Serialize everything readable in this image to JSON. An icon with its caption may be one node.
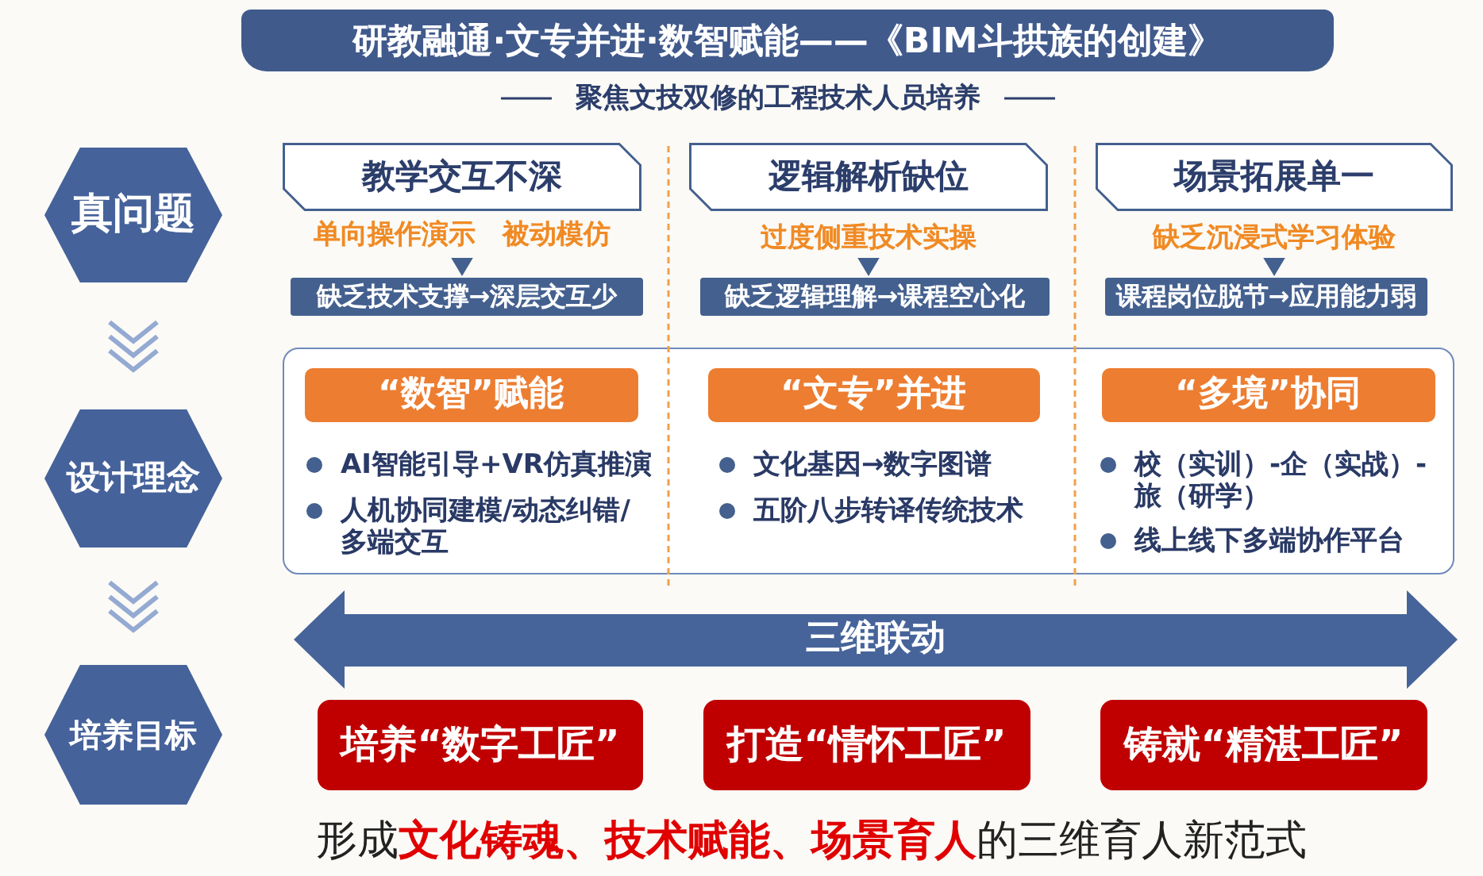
{
  "diagram": {
    "title": "研教融通·文专并进·数智赋能——《BIM斗拱族的创建》",
    "caption": "形成**文化铸魂、技术赋能、场景育人**的三维育人新范式",
    "nodes": [
      {
        "text": [
          "真问题"
        ]
      },
      {
        "text": [
          "设计理念"
        ]
      },
      {
        "text": [
          "培养目标"
        ]
      },
      {
        "text": [
          "教学交互不深"
        ]
      },
      {
        "text": [
          "单向操作演示",
          "被动模仿"
        ]
      },
      {
        "text": [
          "缺乏技术支撑→深层交互少"
        ]
      },
      {
        "text": [
          "逻辑解析缺位"
        ]
      },
      {
        "text": [
          "过度侧重技术实操"
        ]
      },
      {
        "text": [
          "缺乏逻辑理解→课程空心化"
        ]
      },
      {
        "text": [
          "场景拓展单一"
        ]
      },
      {
        "text": [
          "缺乏沉浸式学习体验"
        ]
      },
      {
        "text": [
          "课程岗位脱节→应用能力弱"
        ]
      },
      {
        "text": [
          "AI智能引导+VR仿真推演",
          "人机协同建模/动态纠错/多端交互",
          "文化基因→数字图谱",
          "五阶八步转译传统技术",
          "校（实训）-企（实战）-旅（研学）",
          "线上线下多端协作平台"
        ]
      },
      {
        "text": [
          "“数智”赋能"
        ],
        "in": 12
      },
      {
        "text": [
          "“文专”并进"
        ],
        "in": 12
      },
      {
        "text": [
          "“多境”协同"
        ],
        "in": 12
      },
      {
        "text": [
          "三维联动"
        ]
      },
      {
        "text": [
          "培养“数字工匠”"
        ]
      },
      {
        "text": [
          "打造“情怀工匠”"
        ]
      },
      {
        "text": [
          "铸就“精湛工匠”"
        ]
      }
    ],
    "edges": [
      {
        "from": 0,
        "to": 1,
        "arrow": "to"
      },
      {
        "from": 1,
        "to": 2,
        "arrow": "to"
      },
      {
        "from": 4,
        "to": 5,
        "arrow": "to"
      },
      {
        "from": 7,
        "to": 8,
        "arrow": "to"
      },
      {
        "from": 10,
        "to": 11,
        "arrow": "to"
      }
    ],
    "labels": [
      "聚焦文技双修的工程技术人员培养"
    ]
  }
}
